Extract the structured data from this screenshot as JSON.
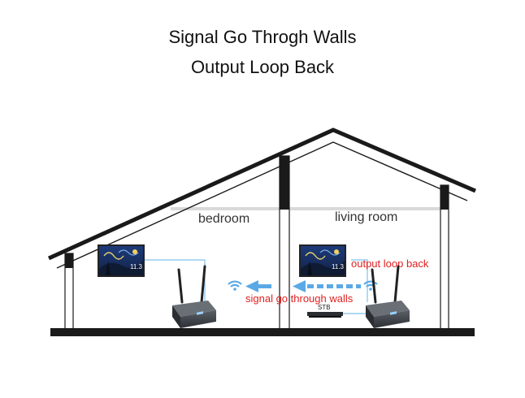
{
  "diagram": {
    "title_line1": "Signal Go Throgh Walls",
    "title_line2": "Output Loop Back",
    "rooms": {
      "left": "bedroom",
      "right": "living room"
    },
    "annotations": {
      "output_loop_back": "output loop back",
      "signal_through_walls": "signal go through walls",
      "stb": "STB",
      "screen_number": "11.3"
    },
    "colors": {
      "structure": "#1a1a1a",
      "wall_fill": "#ffffff",
      "ceiling_gray": "#d9d9d9",
      "signal_blue": "#5aa9e6",
      "cable_blue": "#7fc1ee",
      "red_text": "#e02020",
      "device_body": "#3b3f44"
    }
  }
}
